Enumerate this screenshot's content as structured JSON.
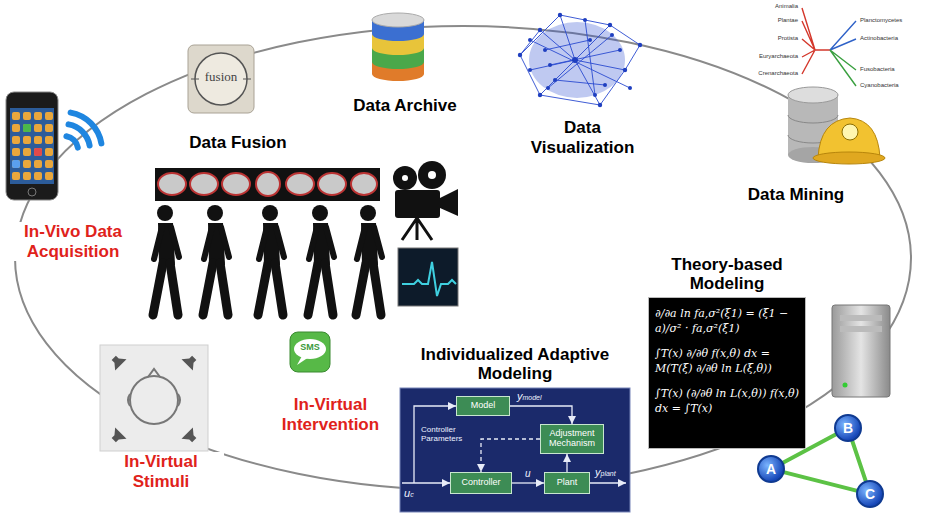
{
  "diagram": {
    "nodes": [
      {
        "text": [
          "Theory-based Modeling",
          "∂/∂a ln fa,σ²(ξ1) = (ξ1 − a)/σ² · fa,σ²(ξ1)",
          "∫T(x) ∂/∂θ f(x,θ) dx = M(T(ξ) ∂/∂θ ln L(ξ,θ))",
          "∫T(x) (∂/∂θ ln L(x,θ)) f(x,θ) dx = ∫T(x)"
        ]
      },
      {
        "text": [
          "Individualized Adaptive Modeling"
        ]
      },
      {
        "text": [
          "Model"
        ],
        "in": 1
      },
      {
        "text": [
          "Adjustment Mechanism"
        ],
        "in": 1
      },
      {
        "text": [
          "Controller"
        ],
        "in": 1
      },
      {
        "text": [
          "Plant"
        ],
        "in": 1
      },
      {
        "text": [
          "A"
        ]
      },
      {
        "text": [
          "B"
        ]
      },
      {
        "text": [
          "C"
        ]
      }
    ],
    "edges": [
      {
        "from": 2,
        "to": 3,
        "label": "ymodel",
        "arrow": "to"
      },
      {
        "from": 3,
        "to": 4,
        "label": "Controller Parameters",
        "arrow": "to"
      },
      {
        "from": 4,
        "to": 5,
        "label": "u",
        "arrow": "to"
      },
      {
        "from": 5,
        "to": 3,
        "arrow": "to"
      },
      {
        "from": 6,
        "to": 7,
        "arrow": "none"
      },
      {
        "from": 7,
        "to": 8,
        "arrow": "none"
      },
      {
        "from": 6,
        "to": 8,
        "arrow": "none"
      }
    ],
    "labels": [
      "In-Vivo Data Acquisition",
      "fusion",
      "Data Fusion",
      "Data Archive",
      "Data Visualization",
      "Animalia",
      "Plantae",
      "Protista",
      "Euryarchaeota",
      "Crenarchaeota",
      "Planctomycetes",
      "Actinobacteria",
      "Fusobacteria",
      "Cyanobacteria",
      "Data Mining",
      "SMS",
      "In-Virtual Intervention",
      "In-Virtual Stimuli",
      "uc",
      "yplant"
    ]
  }
}
